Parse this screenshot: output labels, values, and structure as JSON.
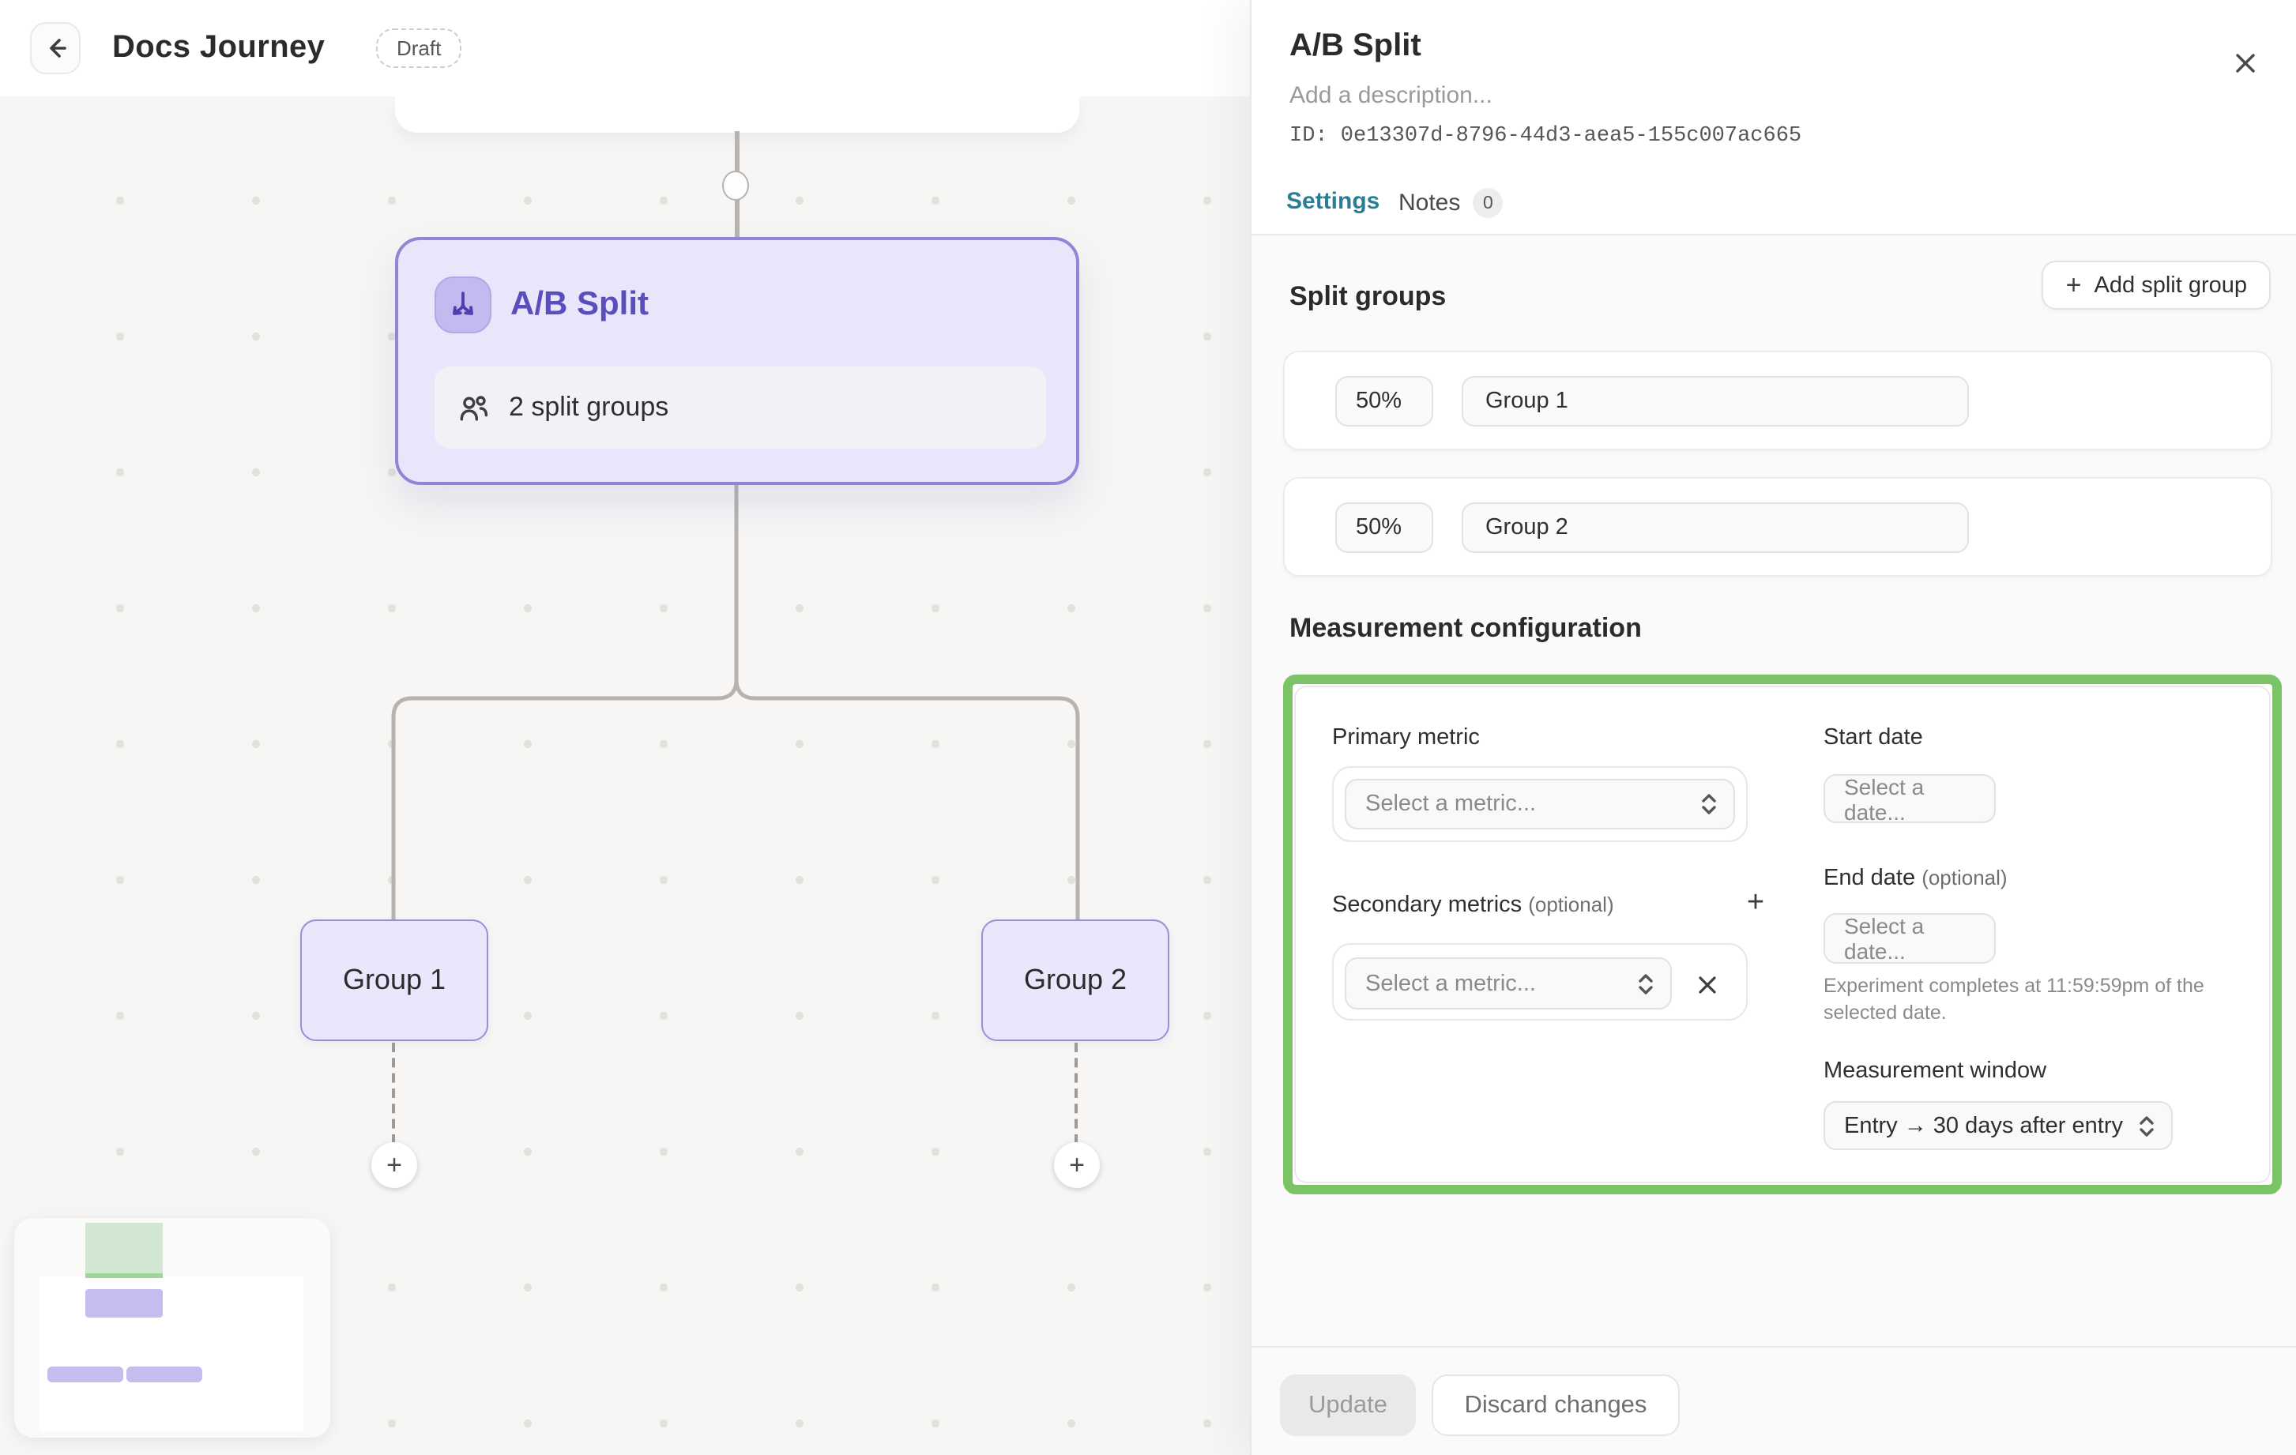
{
  "header": {
    "title": "Docs Journey",
    "status_badge": "Draft"
  },
  "canvas": {
    "ab_split_node": {
      "title": "A/B Split",
      "subtitle": "2 split groups"
    },
    "group_nodes": [
      {
        "label": "Group 1"
      },
      {
        "label": "Group 2"
      }
    ],
    "add_branch_plus": "+"
  },
  "panel": {
    "title": "A/B Split",
    "description_placeholder": "Add a description...",
    "id_text": "ID: 0e13307d-8796-44d3-aea5-155c007ac665",
    "close_glyph": "✕",
    "tabs": {
      "settings": "Settings",
      "notes": "Notes",
      "notes_count": "0"
    },
    "split_groups": {
      "heading": "Split groups",
      "add_button": "Add split group",
      "add_plus": "+",
      "rows": [
        {
          "percent": "50%",
          "name": "Group 1"
        },
        {
          "percent": "50%",
          "name": "Group 2"
        }
      ]
    },
    "measurement": {
      "heading": "Measurement configuration",
      "primary_metric_label": "Primary metric",
      "primary_metric_value": "Select a metric...",
      "secondary_label": "Secondary metrics",
      "secondary_optional": "(optional)",
      "secondary_add_plus": "+",
      "secondary_value": "Select a metric...",
      "secondary_remove_glyph": "✕",
      "start_date_label": "Start date",
      "start_date_value": "Select a date...",
      "end_date_label": "End date",
      "end_date_optional": "(optional)",
      "end_date_value": "Select a date...",
      "end_date_help": "Experiment completes at 11:59:59pm of the selected date.",
      "window_label": "Measurement window",
      "window_value": "Entry → 30 days after entry"
    },
    "footer": {
      "update": "Update",
      "discard": "Discard changes"
    }
  },
  "colors": {
    "accent_teal": "#2b7d95",
    "node_purple_border": "#9186d6",
    "node_purple_fill": "#e9e5fa",
    "node_purple_text": "#5a4dbd",
    "highlight_green": "#7cc368",
    "canvas_bg": "#f7f6f4",
    "connector_gray": "#b6b3b0"
  }
}
